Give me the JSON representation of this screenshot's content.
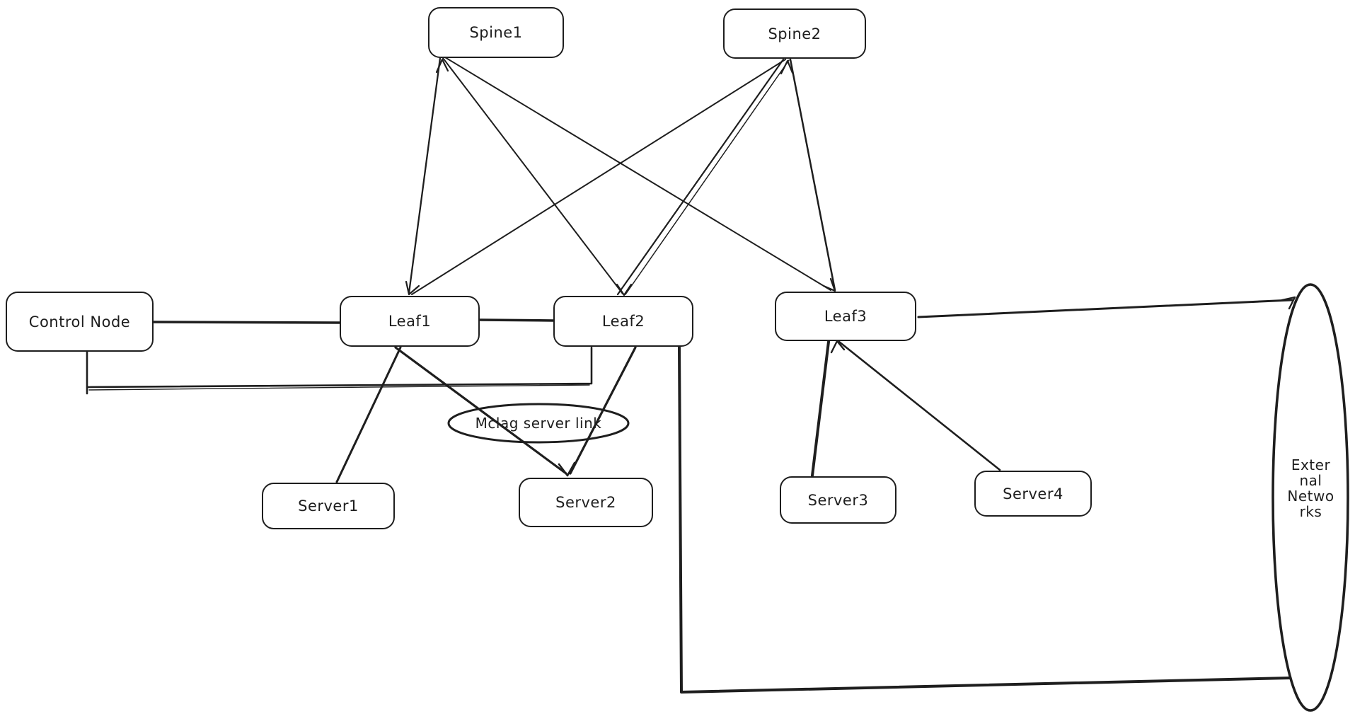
{
  "canvas": {
    "background": "#ffffff",
    "stroke_color": "#1e1e1e"
  },
  "nodes": [
    {
      "id": "spine1",
      "label": "Spine1"
    },
    {
      "id": "spine2",
      "label": "Spine2"
    },
    {
      "id": "control-node",
      "label": "Control Node"
    },
    {
      "id": "leaf1",
      "label": "Leaf1"
    },
    {
      "id": "leaf2",
      "label": "Leaf2"
    },
    {
      "id": "leaf3",
      "label": "Leaf3"
    },
    {
      "id": "server1",
      "label": "Server1"
    },
    {
      "id": "server2",
      "label": "Server2"
    },
    {
      "id": "server3",
      "label": "Server3"
    },
    {
      "id": "server4",
      "label": "Server4"
    }
  ],
  "ellipses": [
    {
      "id": "mclag-server-link",
      "label": "Mclag server link"
    },
    {
      "id": "external-networks",
      "label_lines": [
        "Exter",
        "nal",
        "Netwo",
        "rks"
      ]
    }
  ],
  "edges": [
    {
      "from": "spine1",
      "to": "leaf1"
    },
    {
      "from": "spine1",
      "to": "leaf2"
    },
    {
      "from": "spine1",
      "to": "leaf3"
    },
    {
      "from": "spine2",
      "to": "leaf1"
    },
    {
      "from": "spine2",
      "to": "leaf2"
    },
    {
      "from": "spine2",
      "to": "leaf3"
    },
    {
      "from": "control-node",
      "to": "leaf1"
    },
    {
      "from": "control-node",
      "to": "leaf2"
    },
    {
      "from": "leaf1",
      "to": "leaf2"
    },
    {
      "from": "leaf1",
      "to": "server1"
    },
    {
      "from": "leaf1",
      "to": "server2"
    },
    {
      "from": "leaf2",
      "to": "server2"
    },
    {
      "from": "leaf2",
      "to": "external-networks"
    },
    {
      "from": "leaf3",
      "to": "server3"
    },
    {
      "from": "leaf3",
      "to": "server4"
    },
    {
      "from": "leaf3",
      "to": "external-networks"
    }
  ]
}
